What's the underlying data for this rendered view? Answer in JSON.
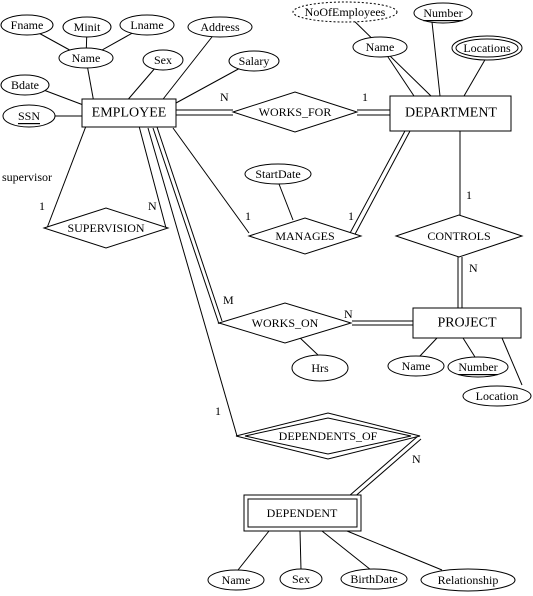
{
  "diagram": {
    "entities": {
      "employee": "EMPLOYEE",
      "department": "DEPARTMENT",
      "project": "PROJECT",
      "dependent": "DEPENDENT"
    },
    "relationships": {
      "works_for": "WORKS_FOR",
      "manages": "MANAGES",
      "supervision": "SUPERVISION",
      "works_on": "WORKS_ON",
      "controls": "CONTROLS",
      "dependents_of": "DEPENDENTS_OF"
    },
    "attributes": {
      "fname": "Fname",
      "minit": "Minit",
      "lname": "Lname",
      "emp_name": "Name",
      "address": "Address",
      "sex": "Sex",
      "salary": "Salary",
      "bdate": "Bdate",
      "ssn": "SSN",
      "num_employees": "NoOfEmployees",
      "dept_number": "Number",
      "dept_name": "Name",
      "locations": "Locations",
      "start_date": "StartDate",
      "hrs": "Hrs",
      "proj_name": "Name",
      "proj_number": "Number",
      "proj_location": "Location",
      "dep_name": "Name",
      "dep_sex": "Sex",
      "birth_date": "BirthDate",
      "relationship": "Relationship"
    },
    "roles": {
      "supervisor": "supervisor"
    },
    "cardinalities": {
      "works_for_emp": "N",
      "works_for_dept": "1",
      "manages_emp": "1",
      "manages_dept": "1",
      "supervision_left": "1",
      "supervision_right": "N",
      "works_on_emp": "M",
      "works_on_proj": "N",
      "controls_dept": "1",
      "controls_proj": "N",
      "dependents_of_emp": "1",
      "dependents_of_dep": "N"
    }
  }
}
